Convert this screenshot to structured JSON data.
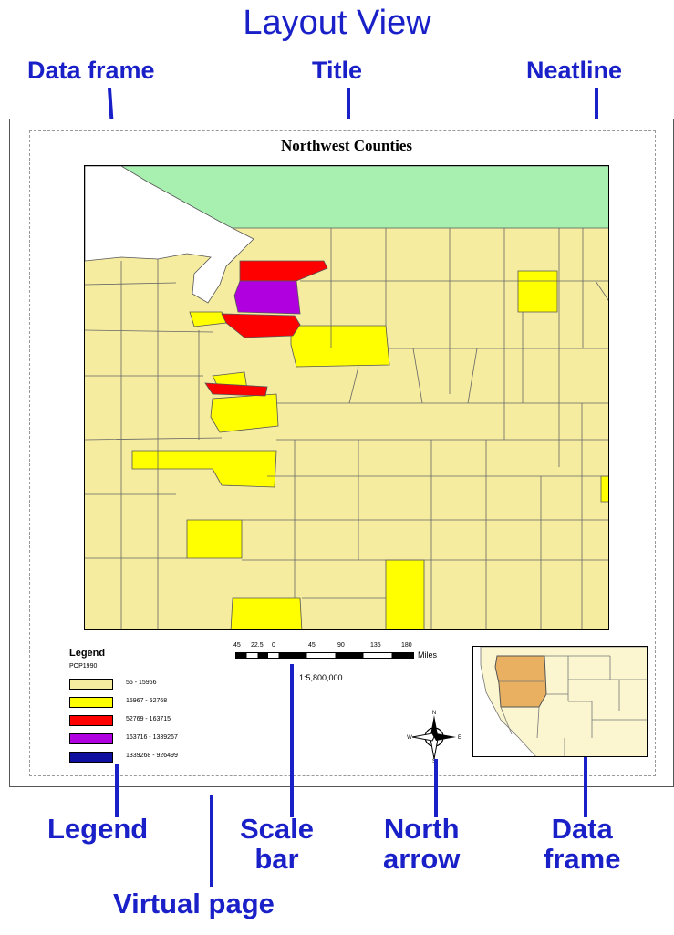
{
  "heading": "Layout View",
  "callouts": {
    "data_frame_top": "Data frame",
    "title": "Title",
    "neatline": "Neatline",
    "legend": "Legend",
    "scale_bar": "Scale\nbar",
    "north_arrow": "North\narrow",
    "data_frame_bottom": "Data\nframe",
    "virtual_page": "Virtual page"
  },
  "map": {
    "title": "Northwest Counties",
    "colors": {
      "canada": "#a8f0b0",
      "base": "#f5eca0",
      "class2": "#ffff00",
      "class3": "#ff0000",
      "class4": "#b000e0",
      "class5": "#1010a0",
      "water": "#ffffff",
      "border": "#555555"
    },
    "legend": {
      "title": "Legend",
      "subtitle": "POP1990",
      "classes": [
        {
          "label": "55 - 15966",
          "color": "#f5eca0"
        },
        {
          "label": "15967 - 52768",
          "color": "#ffff00"
        },
        {
          "label": "52769 - 163715",
          "color": "#ff0000"
        },
        {
          "label": "163716 - 1339267",
          "color": "#b000e0"
        },
        {
          "label": "1339268 - 926499",
          "color": "#1010a0"
        }
      ]
    },
    "scalebar": {
      "ticks": [
        "45",
        "22.5",
        "0",
        "45",
        "90",
        "135",
        "180"
      ],
      "unit": "Miles",
      "ratio": "1:5,800,000"
    },
    "north_arrow": {
      "n": "N",
      "s": "S",
      "e": "E",
      "w": "W"
    }
  }
}
